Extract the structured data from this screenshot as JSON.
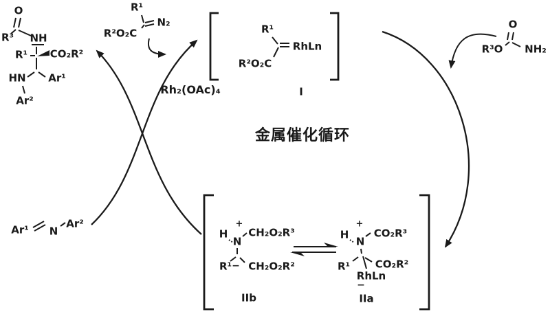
{
  "scheme": {
    "title": "金属催化循环",
    "catalyst": "Rh₂(OAc)₄",
    "ink_color": "#1a1a1a",
    "background_color": "#ffffff",
    "structures": {
      "product": {
        "o": "O",
        "r3": "R³",
        "nh": "NH",
        "r1": "R¹",
        "co2r2": "CO₂R²",
        "hn": "HN",
        "ar1": "Ar¹",
        "ar2": "Ar²"
      },
      "diazo": {
        "r1": "R¹",
        "n2": "N₂",
        "ester": "R²O₂C"
      },
      "carbenoid": {
        "r1": "R¹",
        "rhln": "RhLn",
        "ester": "R²O₂C",
        "label": "I"
      },
      "carbamate": {
        "o": "O",
        "r3o": "R³O",
        "nh2": "NH₂"
      },
      "imine": {
        "ar1": "Ar¹",
        "n": "N",
        "ar2": "Ar²"
      },
      "ylide_iib": {
        "h": "H",
        "plus": "+",
        "n": "N",
        "top_group": "CH₂O₂R³",
        "r1": "R¹",
        "minus": "−",
        "bottom_group": "CH₂O₂R²",
        "label": "IIb"
      },
      "ylide_iia": {
        "h": "H",
        "plus": "+",
        "n": "N",
        "top_group": "CO₂R³",
        "r1": "R¹",
        "bottom_group": "CO₂R²",
        "rhln": "RhLn",
        "minus": "−",
        "label": "IIa"
      }
    }
  }
}
